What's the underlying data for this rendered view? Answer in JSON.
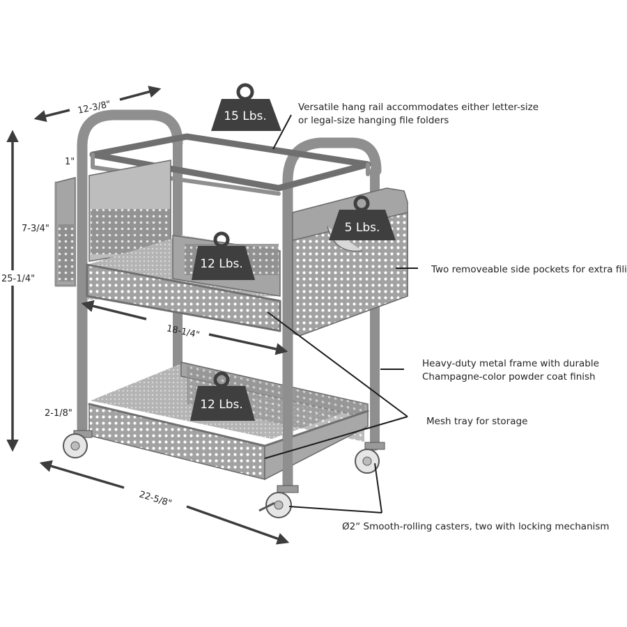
{
  "dimensions": {
    "depth": "12-3/8\"",
    "total_height": "25-1/4\"",
    "rail_gap": "1\"",
    "top_tray_height": "7-3/4\"",
    "inner_width": "18-1/4\"",
    "bottom_clearance": "2-1/8\"",
    "overall_width": "22-5/8\""
  },
  "weights": {
    "hang_rail": "15 Lbs.",
    "side_pocket": "5 Lbs.",
    "top_tray": "12 Lbs.",
    "bottom_tray": "12 Lbs."
  },
  "callouts": {
    "hang_rail": [
      "Versatile hang rail accommodates either letter-size",
      "or legal-size hanging file folders"
    ],
    "side_pockets": [
      "Two removeable side pockets for extra filing"
    ],
    "frame": [
      "Heavy-duty metal frame with durable",
      "Champagne-color powder coat finish"
    ],
    "mesh_tray": [
      "Mesh tray for storage"
    ],
    "casters": [
      "Ø2“ Smooth-rolling casters, two with locking mechanism"
    ]
  },
  "colors": {
    "frame": "#8f8f8f",
    "weight_badge": "#3f3f3f",
    "dimension_line": "#3c3c3c"
  }
}
